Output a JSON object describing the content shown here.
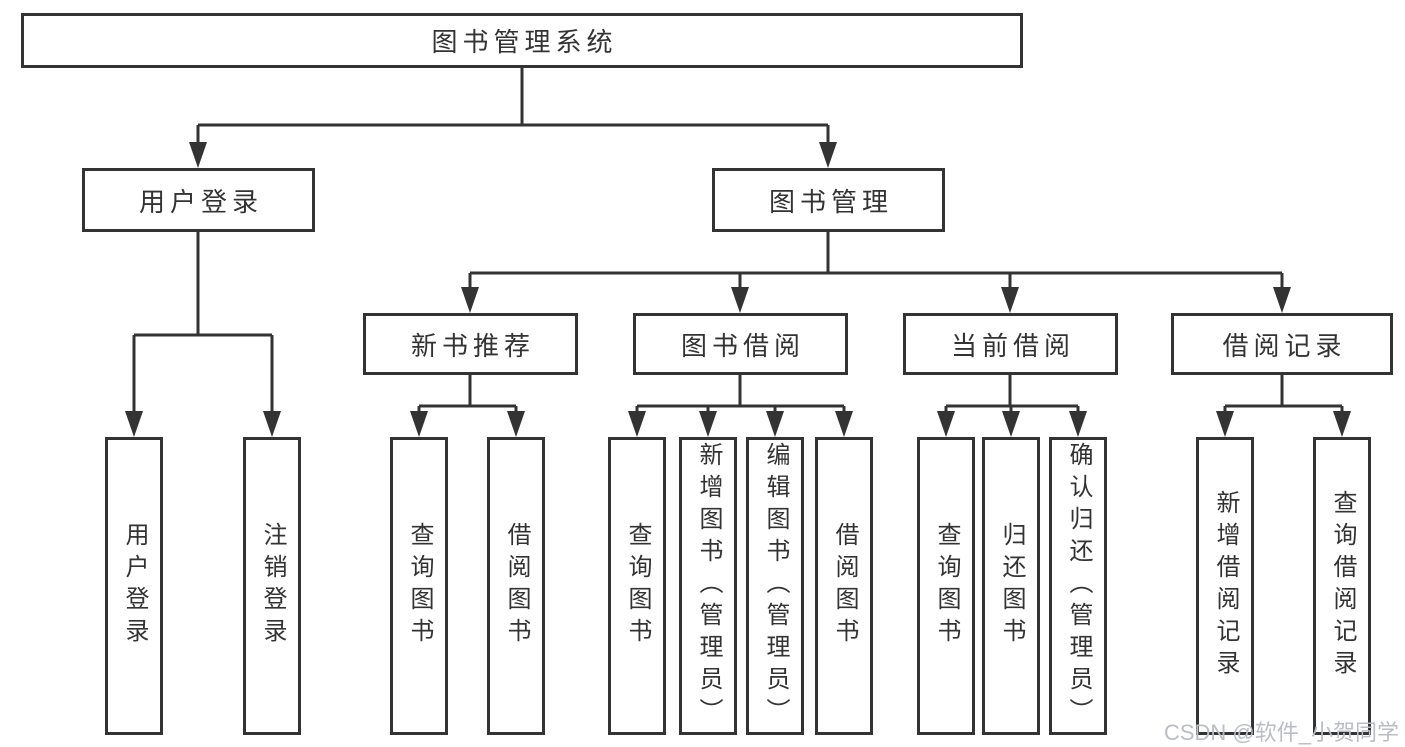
{
  "colors": {
    "line": "#333333",
    "text": "#333333",
    "background": "#ffffff",
    "watermark": "#b9bdc4"
  },
  "watermark": {
    "text": "CSDN @软件_小贺同学"
  },
  "tree": {
    "label": "图书管理系统",
    "children": [
      {
        "label": "用户登录",
        "children": [
          {
            "label": "用户登录"
          },
          {
            "label": "注销登录"
          }
        ]
      },
      {
        "label": "图书管理",
        "children": [
          {
            "label": "新书推荐",
            "children": [
              {
                "label": "查询图书"
              },
              {
                "label": "借阅图书"
              }
            ]
          },
          {
            "label": "图书借阅",
            "children": [
              {
                "label": "查询图书"
              },
              {
                "label": "新增图书（管理员）"
              },
              {
                "label": "编辑图书（管理员）"
              },
              {
                "label": "借阅图书"
              }
            ]
          },
          {
            "label": "当前借阅",
            "children": [
              {
                "label": "查询图书"
              },
              {
                "label": "归还图书"
              },
              {
                "label": "确认归还（管理员）"
              }
            ]
          },
          {
            "label": "借阅记录",
            "children": [
              {
                "label": "新增借阅记录"
              },
              {
                "label": "查询借阅记录"
              }
            ]
          }
        ]
      }
    ]
  }
}
